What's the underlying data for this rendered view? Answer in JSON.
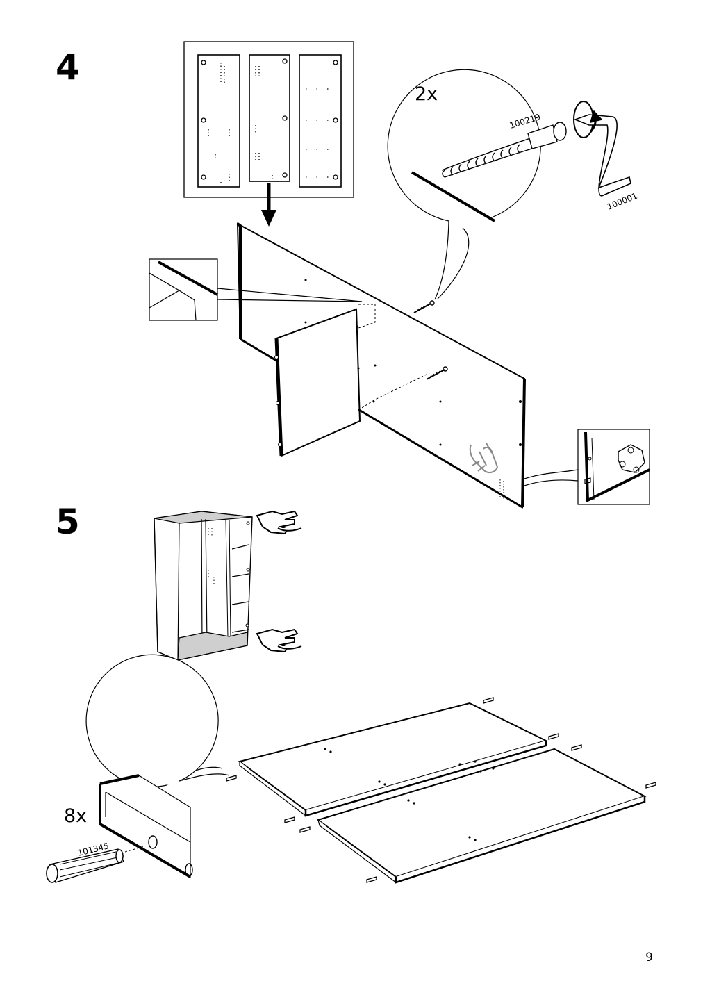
{
  "page": {
    "number": "9"
  },
  "step4": {
    "number": "4",
    "callout_quantity": "2x",
    "part_id": "100219",
    "tool_id": "100001"
  },
  "step5": {
    "number": "5",
    "callout_quantity": "8x",
    "part_id": "101345"
  }
}
